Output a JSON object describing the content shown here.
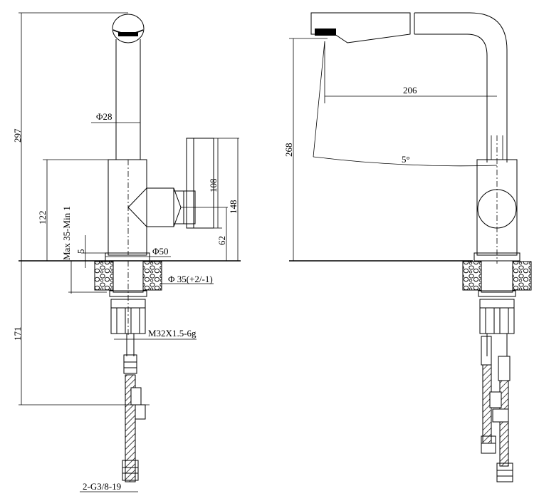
{
  "dimensions": {
    "overall_height": "297",
    "spout_diameter": "Φ28",
    "body_height": "122",
    "deck_thickness": "Max 35-Min 1",
    "gap": "5",
    "base_diameter": "Φ50",
    "handle_height": "108",
    "lever_height": "148",
    "lever_offset": "62",
    "hole_diameter": "Φ 35(+2/-1)",
    "thread": "M32X1.5-6g",
    "below_deck": "171",
    "hose_connector": "2-G3/8-19",
    "pull_height": "268",
    "reach": "206",
    "angle": "5°"
  }
}
